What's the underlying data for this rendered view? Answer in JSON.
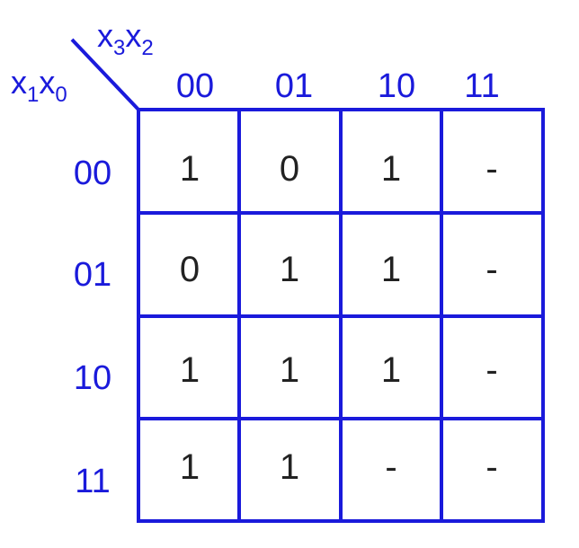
{
  "colors": {
    "grid": "#1a1adb",
    "labels": "#1a1adb",
    "values": "#222222"
  },
  "column_variables": {
    "a": "x",
    "a_sub": "3",
    "b": "x",
    "b_sub": "2"
  },
  "row_variables": {
    "a": "x",
    "a_sub": "1",
    "b": "x",
    "b_sub": "0"
  },
  "column_headers": [
    "00",
    "01",
    "10",
    "11"
  ],
  "row_headers": [
    "00",
    "01",
    "10",
    "11"
  ],
  "cells": [
    [
      "1",
      "0",
      "1",
      "-"
    ],
    [
      "0",
      "1",
      "1",
      "-"
    ],
    [
      "1",
      "1",
      "1",
      "-"
    ],
    [
      "1",
      "1",
      "-",
      "-"
    ]
  ]
}
